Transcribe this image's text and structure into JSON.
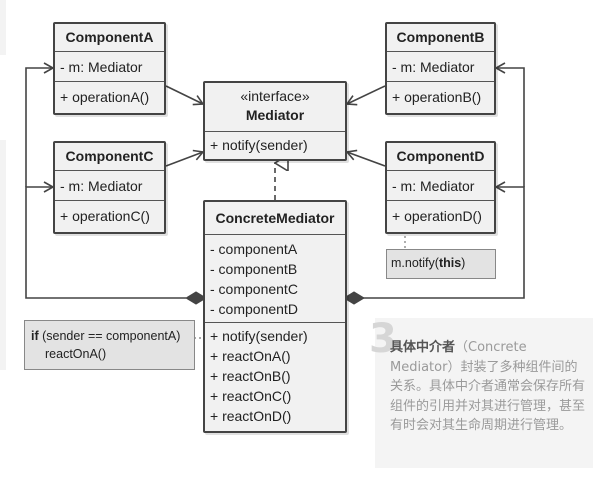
{
  "components": {
    "a": {
      "name": "ComponentA",
      "field": "- m: Mediator",
      "method": "+ operationA()"
    },
    "b": {
      "name": "ComponentB",
      "field": "- m: Mediator",
      "method": "+ operationB()"
    },
    "c": {
      "name": "ComponentC",
      "field": "- m: Mediator",
      "method": "+ operationC()"
    },
    "d": {
      "name": "ComponentD",
      "field": "- m: Mediator",
      "method": "+ operationD()"
    }
  },
  "mediator": {
    "stereotype": "«interface»",
    "name": "Mediator",
    "method": "+ notify(sender)"
  },
  "concrete": {
    "name": "ConcreteMediator",
    "fields": [
      "- componentA",
      "- componentB",
      "- componentC",
      "- componentD"
    ],
    "methods": [
      "+ notify(sender)",
      "+ reactOnA()",
      "+ reactOnB()",
      "+ reactOnC()",
      "+ reactOnD()"
    ]
  },
  "notes": {
    "notify": {
      "prefix": "m.notify(",
      "keyword": "this",
      "suffix": ")"
    },
    "if": {
      "keyword": "if",
      "condition": " (sender == componentA)",
      "action": "reactOnA()"
    }
  },
  "callout": {
    "number": "3",
    "bold": "具体中介者",
    "text": "（Concrete Mediator）封装了多种组件间的关系。具体中介者通常会保存所有组件的引用并对其进行管理，甚至有时会对其生命周期进行管理。"
  },
  "colors": {
    "line": "#444444",
    "box_fill": "#f1f1f1",
    "note_fill": "#e3e3e3",
    "callout_fill": "#f4f4f4"
  }
}
